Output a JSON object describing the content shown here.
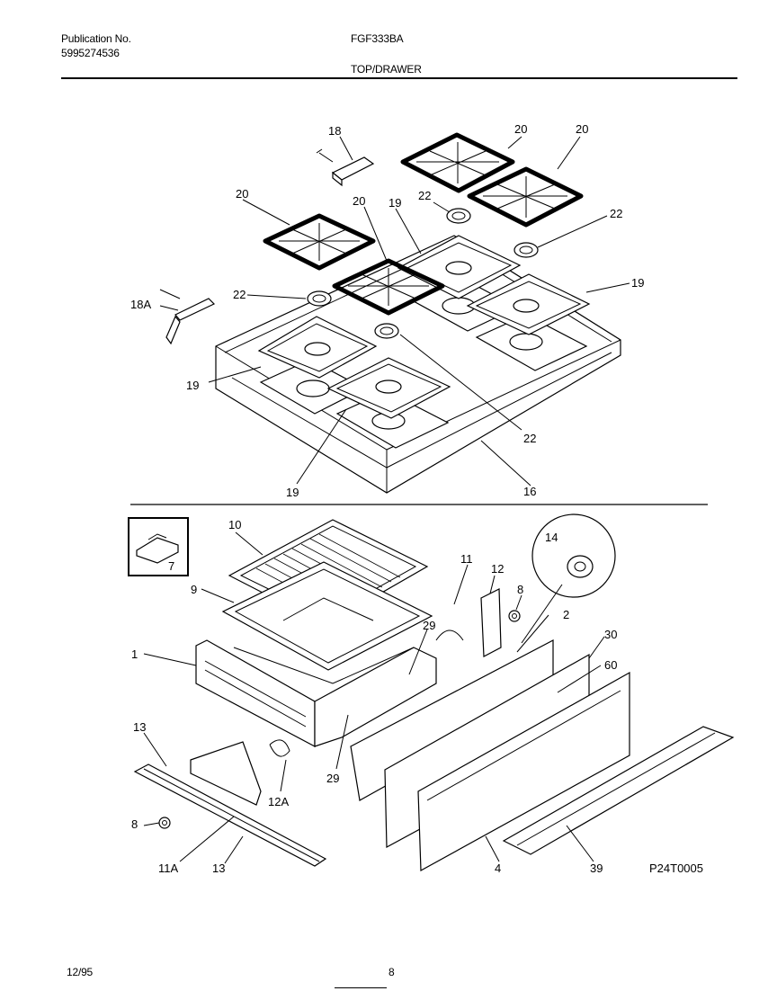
{
  "header": {
    "publication_label": "Publication No.",
    "publication_number": "5995274536",
    "model": "FGF333BA",
    "section_title": "TOP/DRAWER"
  },
  "footer": {
    "date": "12/95",
    "page": "8"
  },
  "diagram_code": "P24T0005",
  "callouts": {
    "c18": "18",
    "c18a": "18A",
    "c20a": "20",
    "c20b": "20",
    "c20c": "20",
    "c20d": "20",
    "c22a": "22",
    "c22b": "22",
    "c22c": "22",
    "c22d": "22",
    "c19a": "19",
    "c19b": "19",
    "c19c": "19",
    "c19d": "19",
    "c16": "16",
    "c10": "10",
    "c9": "9",
    "c7": "7",
    "c1": "1",
    "c11": "11",
    "c12": "12",
    "c14": "14",
    "c8a": "8",
    "c2": "2",
    "c29a": "29",
    "c29b": "29",
    "c30": "30",
    "c60": "60",
    "c13a": "13",
    "c13b": "13",
    "c12a": "12A",
    "c8b": "8",
    "c11a": "11A",
    "c4": "4",
    "c39": "39"
  }
}
